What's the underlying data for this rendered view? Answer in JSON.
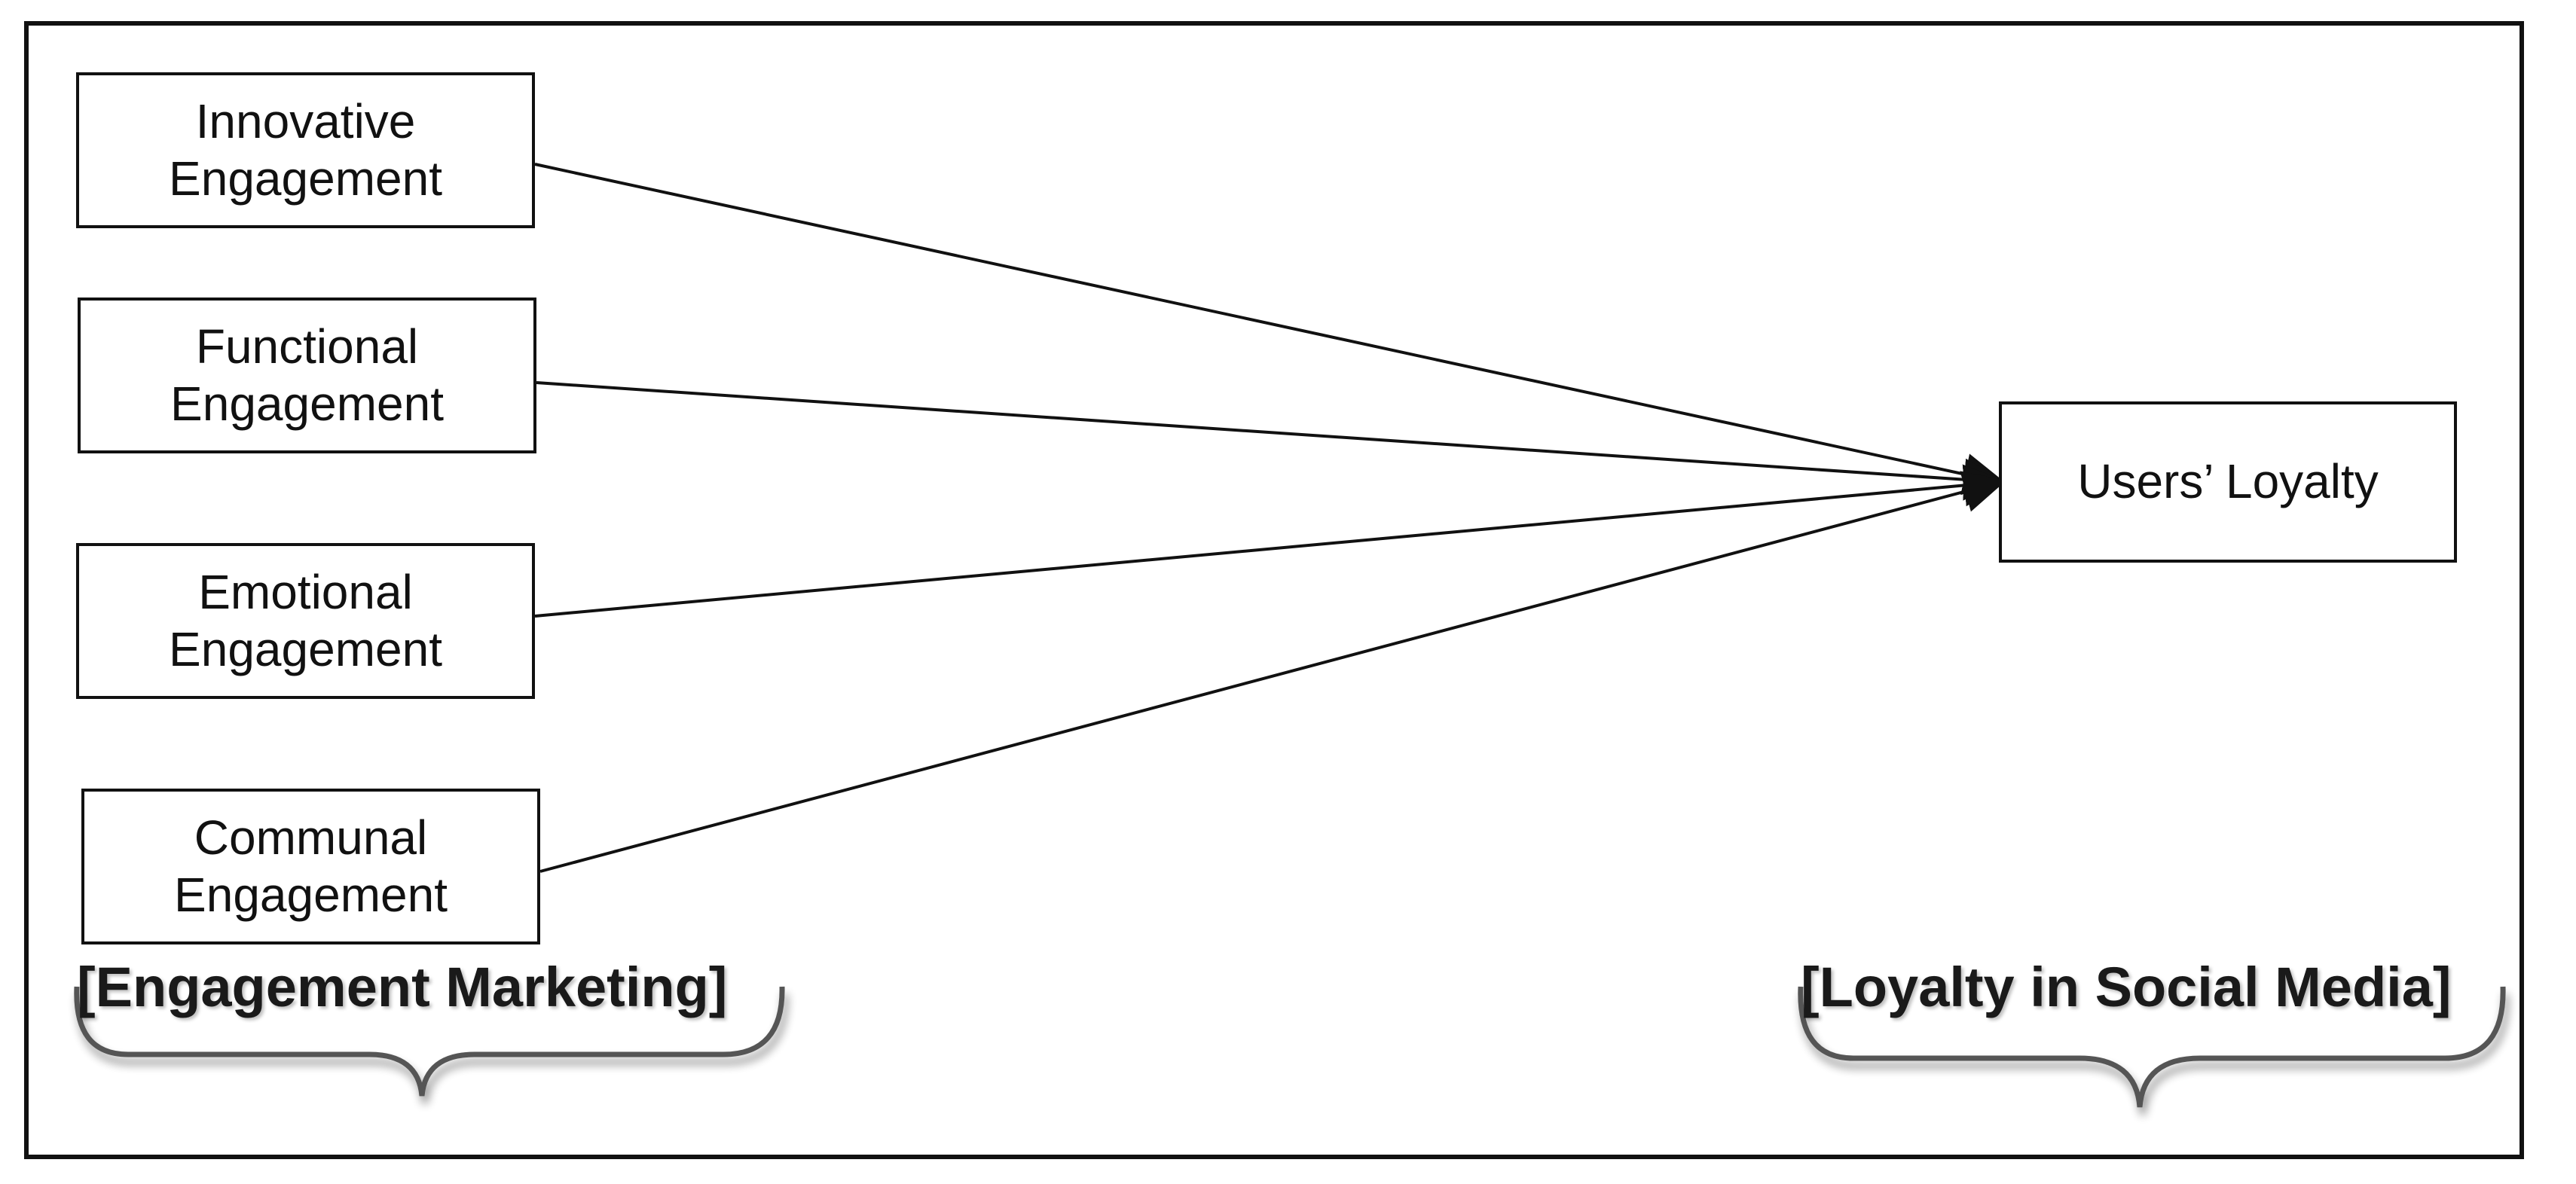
{
  "diagram": {
    "sources": [
      {
        "id": "n1",
        "label": "Innovative\nEngagement"
      },
      {
        "id": "n2",
        "label": "Functional\nEngagement"
      },
      {
        "id": "n3",
        "label": "Emotional\nEngagement"
      },
      {
        "id": "n4",
        "label": "Communal\nEngagement"
      }
    ],
    "target": {
      "id": "t",
      "label": "Users’ Loyalty"
    },
    "edges": [
      {
        "from": "n1",
        "to": "t"
      },
      {
        "from": "n2",
        "to": "t"
      },
      {
        "from": "n3",
        "to": "t"
      },
      {
        "from": "n4",
        "to": "t"
      }
    ],
    "groups": {
      "left_label": "[Engagement Marketing]",
      "right_label": "[Loyalty in Social Media]"
    },
    "colors": {
      "stroke": "#111111",
      "text": "#111111"
    }
  }
}
